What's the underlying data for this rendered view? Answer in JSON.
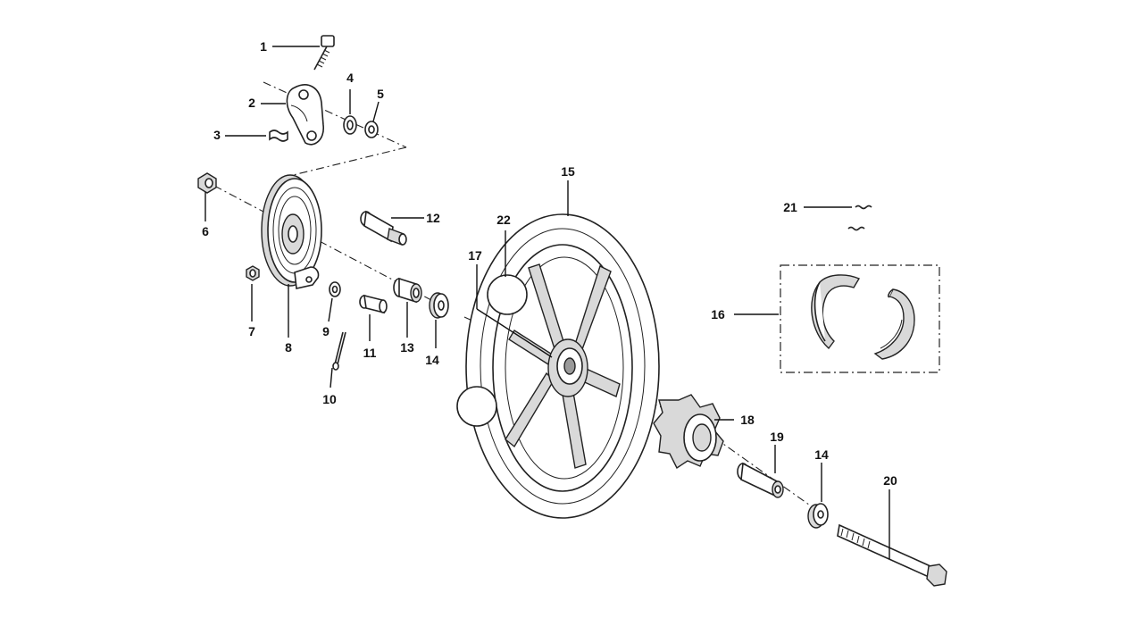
{
  "callouts": {
    "c1": "1",
    "c2": "2",
    "c3": "3",
    "c4": "4",
    "c5": "5",
    "c6": "6",
    "c7": "7",
    "c8": "8",
    "c9": "9",
    "c10": "10",
    "c11": "11",
    "c12": "12",
    "c13": "13",
    "c14a": "14",
    "c14b": "14",
    "c15": "15",
    "c16": "16",
    "c17": "17",
    "c18": "18",
    "c19": "19",
    "c20": "20",
    "c21": "21",
    "c22": "22"
  },
  "colors": {
    "line": "#222222",
    "shade": "#d9d9d9",
    "dark": "#9a9a9a"
  }
}
